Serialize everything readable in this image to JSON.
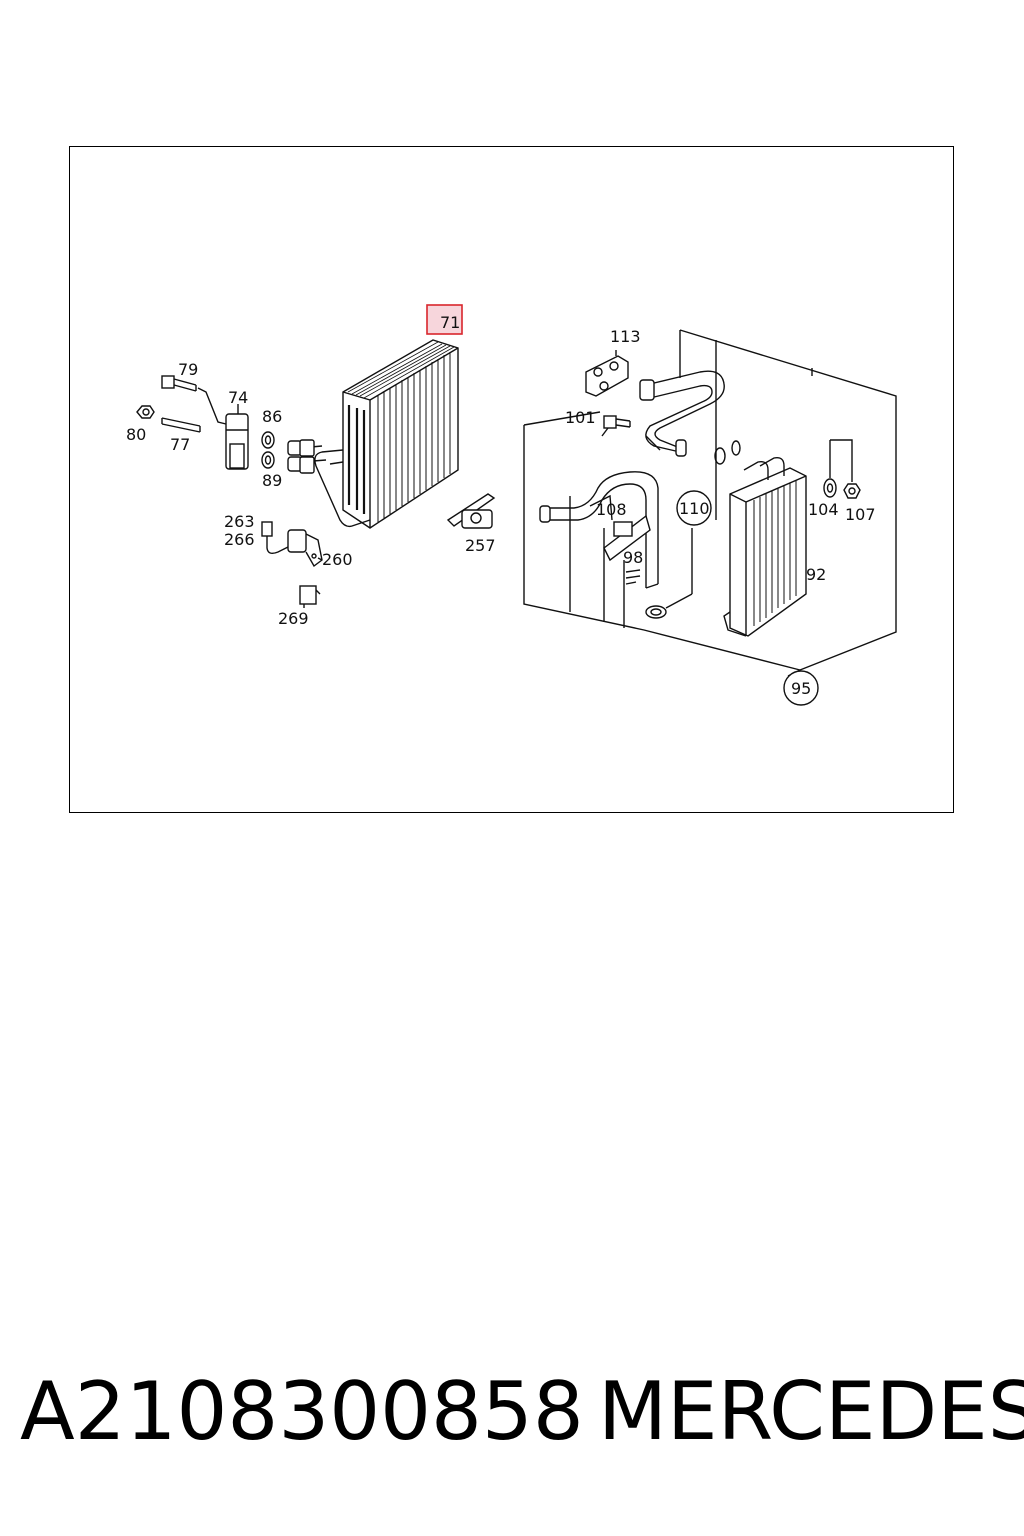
{
  "diagram": {
    "highlighted_callout": "71",
    "callouts": {
      "c71": "71",
      "c79": "79",
      "c74": "74",
      "c80": "80",
      "c77": "77",
      "c86": "86",
      "c89": "89",
      "c263": "263",
      "c266": "266",
      "c260": "260",
      "c269": "269",
      "c257": "257",
      "c113": "113",
      "c101": "101",
      "c108": "108",
      "c110": "110",
      "c98": "98",
      "c104": "104",
      "c107": "107",
      "c92": "92",
      "c95": "95"
    },
    "highlight_color": "#d9262c",
    "highlight_fill": "#f7d6dc"
  },
  "caption": {
    "part_number": "A2108300858",
    "brand": "MERCEDES"
  }
}
